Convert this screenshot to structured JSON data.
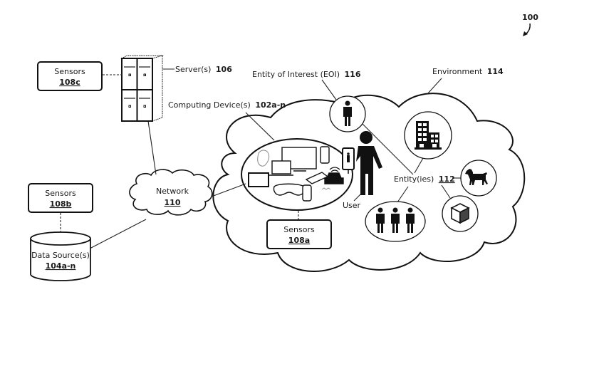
{
  "figure": {
    "ref": "100"
  },
  "sensors_c": {
    "title": "Sensors",
    "ref": "108c"
  },
  "sensors_b": {
    "title": "Sensors",
    "ref": "108b"
  },
  "sensors_a": {
    "title": "Sensors",
    "ref": "108a"
  },
  "server": {
    "label": "Server(s)",
    "ref": "106"
  },
  "computing_devices": {
    "label": "Computing Device(s)",
    "ref": "102a-n"
  },
  "network": {
    "title": "Network",
    "ref": "110"
  },
  "data_source": {
    "title": "Data Source(s)",
    "ref": "104a-n"
  },
  "eoi": {
    "label": "Entity of Interest (EOI)",
    "ref": "116"
  },
  "environment": {
    "label": "Environment",
    "ref": "114"
  },
  "entities": {
    "label": "Entity(ies)",
    "ref": "112"
  },
  "user": {
    "label": "User"
  },
  "icons": {
    "eoi": "person-icon",
    "building": "building-icon",
    "dog": "dog-icon",
    "cube": "cube-icon",
    "group": "group-of-people-icon",
    "user": "user-figure-icon",
    "server": "server-rack-icon",
    "database": "database-cylinder-icon",
    "cloud": "cloud-icon"
  }
}
